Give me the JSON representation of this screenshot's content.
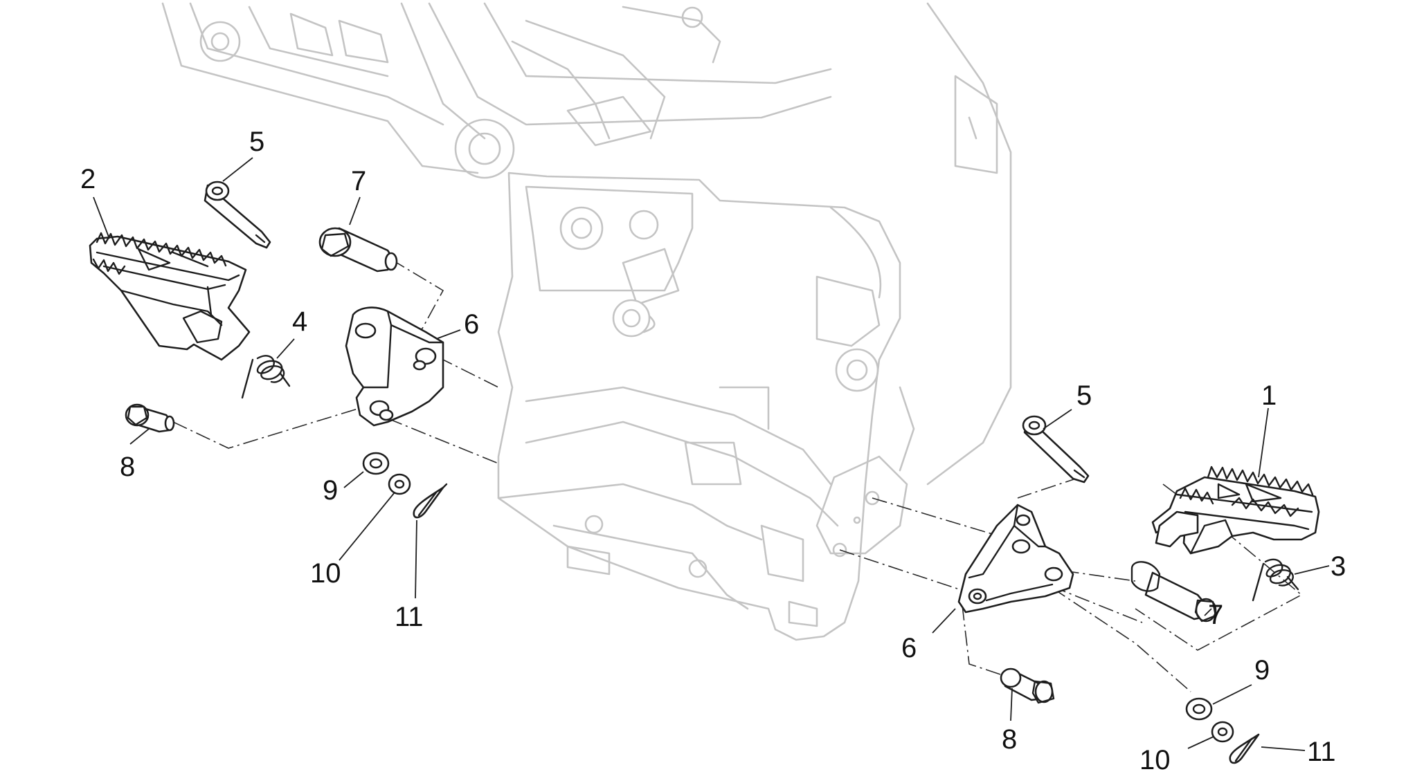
{
  "callouts": {
    "left_2": "2",
    "left_5": "5",
    "left_7": "7",
    "left_4": "4",
    "left_6": "6",
    "left_8": "8",
    "left_9": "9",
    "left_10": "10",
    "left_11": "11",
    "right_5": "5",
    "right_1": "1",
    "right_3": "3",
    "right_7": "7",
    "right_6": "6",
    "right_8": "8",
    "right_9": "9",
    "right_10": "10",
    "right_11": "11"
  },
  "colors": {
    "frame_outline": "#c4c4c4",
    "part_outline": "#1e1e1e",
    "background": "#ffffff"
  }
}
